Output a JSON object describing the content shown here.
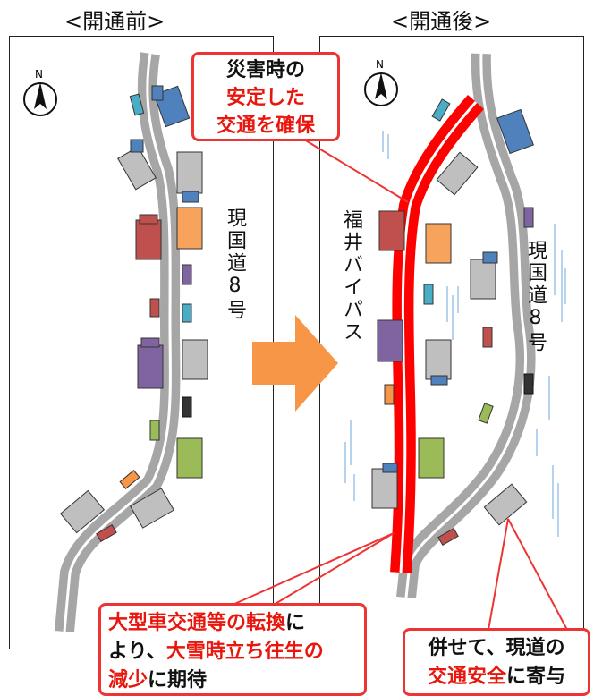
{
  "headings": {
    "before": "<開通前>",
    "after": "<開通後>"
  },
  "compass_label": "N",
  "road_labels": {
    "current_road": "現国道8号",
    "bypass": "福井バイパス"
  },
  "callouts": {
    "top": {
      "line1": "災害時の",
      "line2": "安定した",
      "line3": "交通を確保"
    },
    "bottom_left": {
      "seg1": "大型車交通等の転換",
      "seg2": "に",
      "seg3": "より、",
      "seg4": "大雪時立ち往生の",
      "seg5": "減少",
      "seg6": "に期待"
    },
    "bottom_right": {
      "line1": "併せて、現道の",
      "seg1": "交通安全",
      "seg2": "に寄与"
    }
  },
  "colors": {
    "road": "#a6a6a6",
    "bypass": "#ff0000",
    "arrow": "#f79646",
    "callout_border": "#ee3333",
    "highlight_text": "#e8160c",
    "rain": "#9dc3e6"
  }
}
